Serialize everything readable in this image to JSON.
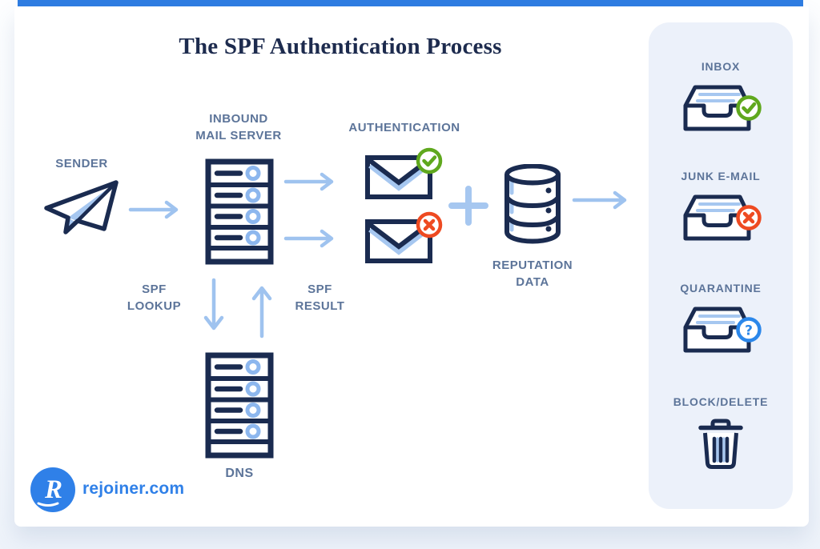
{
  "title": "The SPF Authentication Process",
  "colors": {
    "top_bar": "#2e7ce1",
    "icon_navy": "#1a2b50",
    "label_slate": "#5c7499",
    "accent_light_blue": "#a6c7f0",
    "arrow_blue": "#9fc3ef",
    "badge_green": "#5fa81d",
    "badge_red": "#ee4a21",
    "badge_blue": "#2b87ea",
    "panel_bg": "#ecf1fa",
    "logo_blue": "#2f80e8"
  },
  "flow": {
    "sender": {
      "label": "SENDER"
    },
    "inbound_server": {
      "label_line1": "INBOUND",
      "label_line2": "MAIL SERVER"
    },
    "authentication": {
      "label": "AUTHENTICATION"
    },
    "reputation_data": {
      "label_line1": "REPUTATION",
      "label_line2": "DATA"
    },
    "spf_lookup": {
      "label_line1": "SPF",
      "label_line2": "LOOKUP"
    },
    "spf_result": {
      "label_line1": "SPF",
      "label_line2": "RESULT"
    },
    "dns": {
      "label": "DNS"
    }
  },
  "outcomes": [
    {
      "label": "INBOX",
      "badge": "check"
    },
    {
      "label": "JUNK E-MAIL",
      "badge": "cross"
    },
    {
      "label": "QUARANTINE",
      "badge": "question",
      "badge_glyph": "?"
    },
    {
      "label": "BLOCK/DELETE",
      "badge": "trash"
    }
  ],
  "branding": {
    "logo_letter": "R",
    "site": "rejoiner.com"
  }
}
